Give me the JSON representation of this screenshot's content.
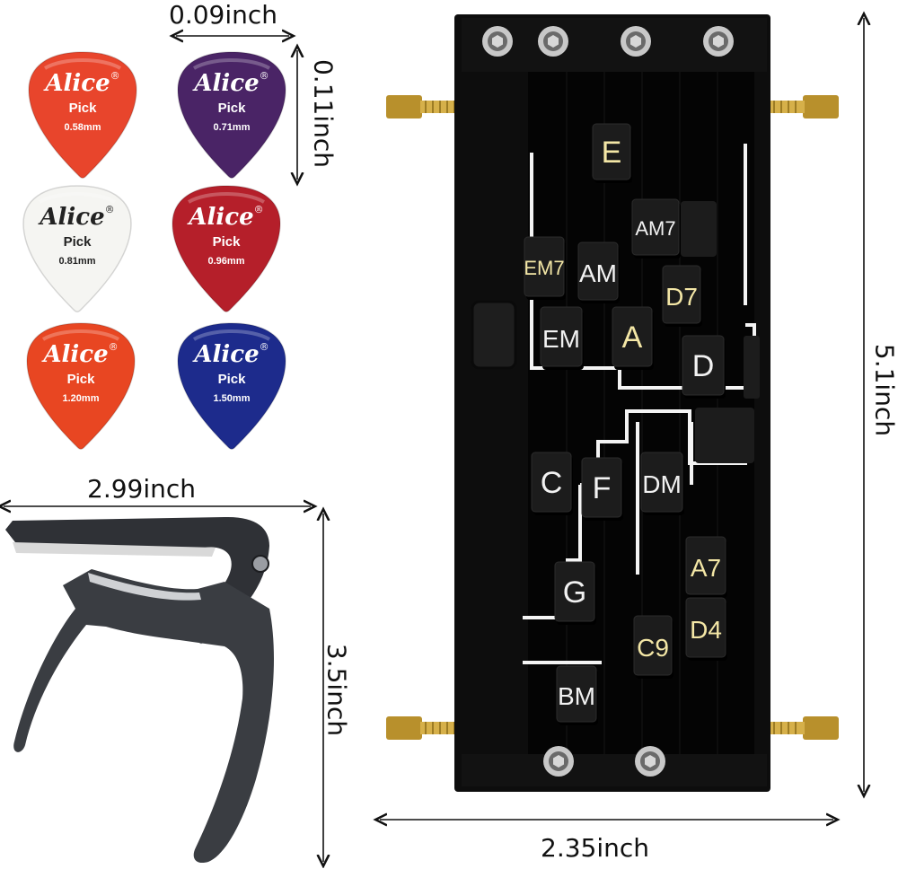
{
  "dimensions": {
    "pick_width": "0.09inch",
    "pick_height": "0.11inch",
    "capo_width": "2.99inch",
    "capo_height": "3.5inch",
    "trainer_width": "2.35inch",
    "trainer_height": "5.1inch"
  },
  "picks": [
    {
      "brand": "Alice",
      "registered": "®",
      "label": "Pick",
      "thickness": "0.58mm",
      "color": "#e8452c",
      "text_color": "#ffffff"
    },
    {
      "brand": "Alice",
      "registered": "®",
      "label": "Pick",
      "thickness": "0.71mm",
      "color": "#4a2466",
      "text_color": "#ffffff"
    },
    {
      "brand": "Alice",
      "registered": "®",
      "label": "Pick",
      "thickness": "0.81mm",
      "color": "#f5f5f2",
      "text_color": "#222222"
    },
    {
      "brand": "Alice",
      "registered": "®",
      "label": "Pick",
      "thickness": "0.96mm",
      "color": "#b51f2a",
      "text_color": "#ffffff"
    },
    {
      "brand": "Alice",
      "registered": "®",
      "label": "Pick",
      "thickness": "1.20mm",
      "color": "#e84622",
      "text_color": "#ffffff"
    },
    {
      "brand": "Alice",
      "registered": "®",
      "label": "Pick",
      "thickness": "1.50mm",
      "color": "#1d2b8c",
      "text_color": "#ffffff"
    }
  ],
  "chord_keys": [
    {
      "label": "E",
      "color": "#f4e7a6"
    },
    {
      "label": "AM7",
      "color": "#f2f2f2"
    },
    {
      "label": "EM7",
      "color": "#f4e7a6"
    },
    {
      "label": "AM",
      "color": "#f2f2f2"
    },
    {
      "label": "D7",
      "color": "#f4e7a6"
    },
    {
      "label": "EM",
      "color": "#f2f2f2"
    },
    {
      "label": "A",
      "color": "#f4e7a6"
    },
    {
      "label": "D",
      "color": "#f2f2f2"
    },
    {
      "label": "C",
      "color": "#f2f2f2"
    },
    {
      "label": "F",
      "color": "#f2f2f2"
    },
    {
      "label": "DM",
      "color": "#f2f2f2"
    },
    {
      "label": "A7",
      "color": "#f4e7a6"
    },
    {
      "label": "G",
      "color": "#f2f2f2"
    },
    {
      "label": "C9",
      "color": "#f4e7a6"
    },
    {
      "label": "D4",
      "color": "#f4e7a6"
    },
    {
      "label": "BM",
      "color": "#f2f2f2"
    }
  ],
  "colors": {
    "trainer_body": "#0d0d0d",
    "trainer_slot": "#050505",
    "key_cap": "#1c1c1c",
    "brass": "#c9a23a",
    "capo": "#3a3d42"
  }
}
